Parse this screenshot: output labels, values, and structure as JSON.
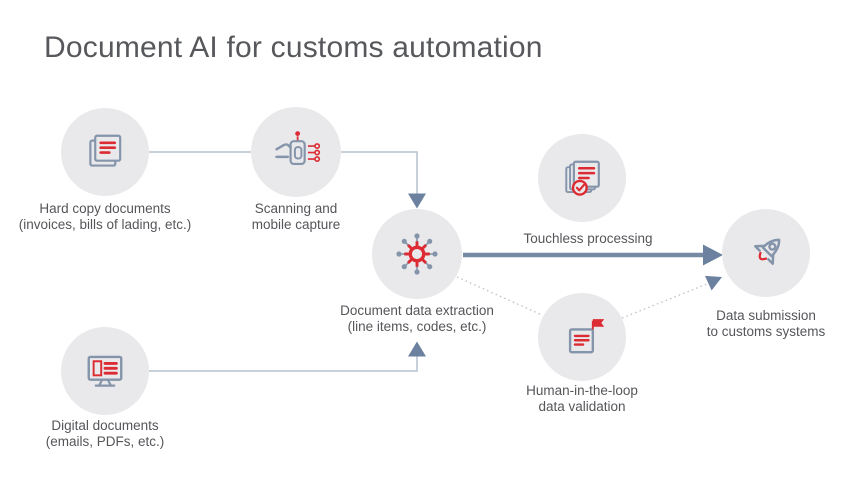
{
  "title": "Document AI for customs automation",
  "colors": {
    "circle_fill": "#e9e9eb",
    "icon_stroke": "#8494aa",
    "accent_red": "#dc2b32",
    "arrow_solid": "#7589a5",
    "arrowhead": "#6c80a0",
    "thin_line": "#b6c1d1",
    "dotted_line": "#c0c3c9",
    "title_text": "#57585b",
    "label_text": "#55565a"
  },
  "nodes": {
    "hard_copy": {
      "line1": "Hard copy documents",
      "line2": "(invoices, bills of lading, etc.)"
    },
    "scanning": {
      "line1": "Scanning and",
      "line2": "mobile capture"
    },
    "extraction": {
      "line1": "Document data extraction",
      "line2": "(line items, codes, etc.)"
    },
    "touchless": {
      "line1": "Touchless processing"
    },
    "validation": {
      "line1": "Human-in-the-loop",
      "line2": "data validation"
    },
    "submission": {
      "line1": "Data submission",
      "line2": "to customs systems"
    },
    "digital": {
      "line1": "Digital documents",
      "line2": "(emails, PDFs, etc.)"
    }
  }
}
